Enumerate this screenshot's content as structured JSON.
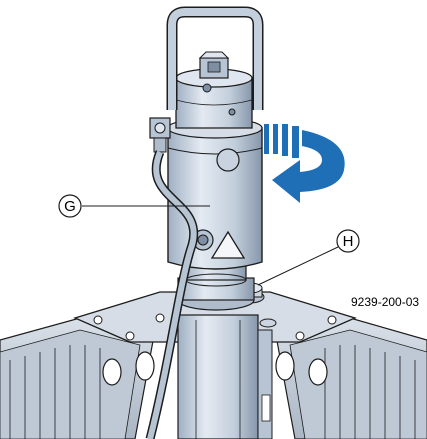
{
  "callouts": {
    "g": {
      "label": "G"
    },
    "h": {
      "label": "H"
    }
  },
  "reference_number": "9239-200-03",
  "colors": {
    "metal_light": "#dfe6ef",
    "metal_mid": "#b7c4d3",
    "metal_dark": "#7f8fa3",
    "outline": "#1c1c1c",
    "rotation_arrow": "#1f6fb6",
    "frame": "#c9d2dc",
    "background": "#ffffff"
  },
  "icons": {
    "rotation": "rotation-arrow-icon",
    "warning": "warning-triangle-icon"
  }
}
